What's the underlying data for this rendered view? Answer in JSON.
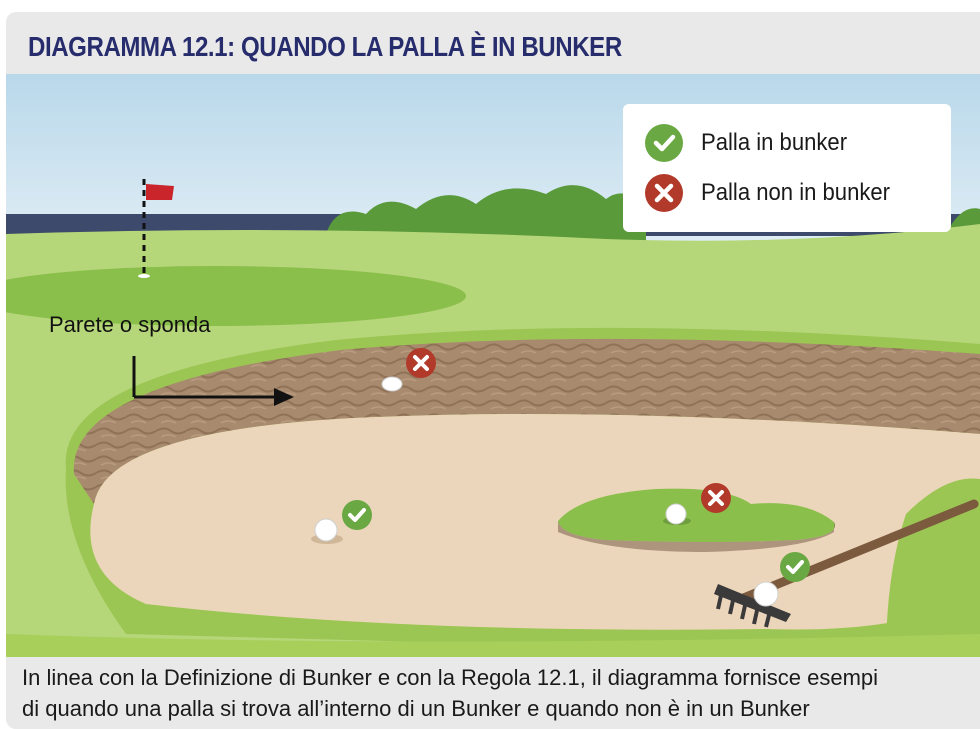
{
  "header": {
    "title": "DIAGRAMMA 12.1: QUANDO LA PALLA È IN BUNKER"
  },
  "legend": {
    "in_label": "Palla in bunker",
    "out_label": "Palla non in bunker",
    "in_icon": "check-circle-icon",
    "out_icon": "x-circle-icon"
  },
  "annotation": {
    "wall_label": "Parete o sponda"
  },
  "caption": {
    "line1": "In linea con la Definizione di Bunker e con la Regola 12.1, il diagramma fornisce esempi",
    "line2": "di quando una palla si trova all’interno di un Bunker e quando non è in un Bunker"
  },
  "colors": {
    "title": "#262c6c",
    "check": "#6aa843",
    "cross": "#b23a2a",
    "sand": "#ecd6bb",
    "wall": "#a5866b",
    "grass": "#a7cf5a",
    "sky": "#cfe4f0"
  }
}
